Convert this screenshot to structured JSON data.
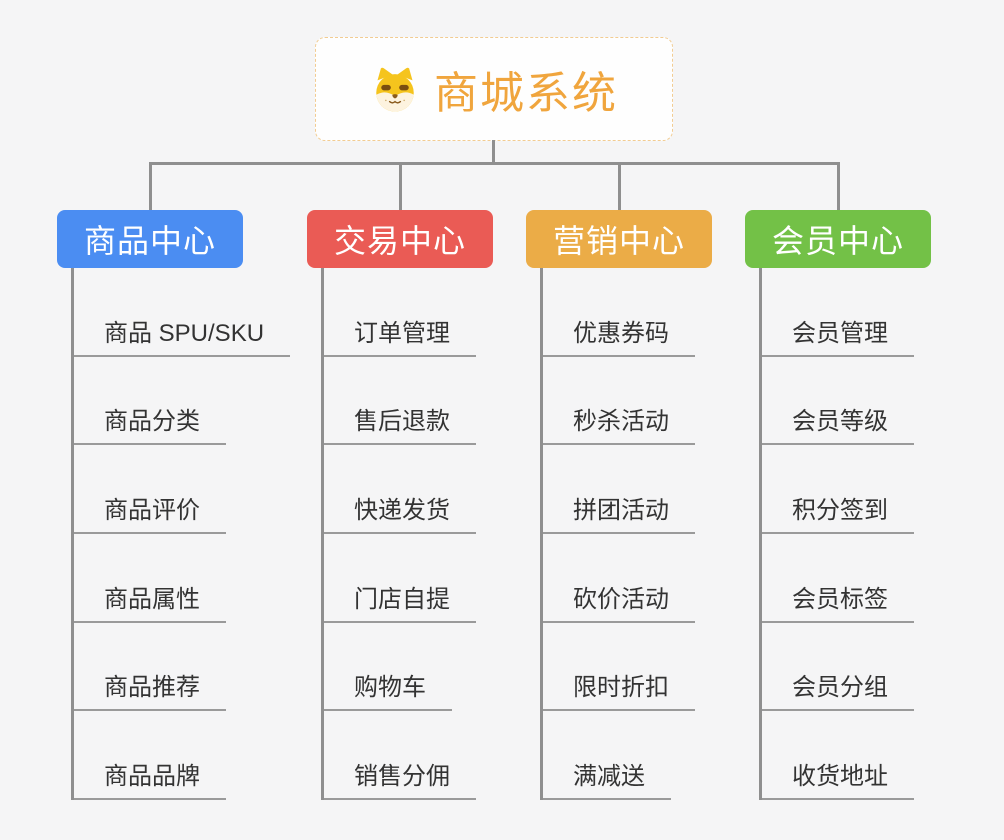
{
  "theme": {
    "bg": "#f5f5f6",
    "line": "#8f8f8f",
    "underline": "#9a9a9a",
    "text": "#333333",
    "root_text": "#f0a53d",
    "root_border": "#f2cc92",
    "root_bg": "#fefefe"
  },
  "root": {
    "title": "商城系统",
    "icon": "dog-face-icon"
  },
  "branches": [
    {
      "label": "商品中心",
      "color": "#4b8df2",
      "children": [
        {
          "label": "商品 SPU/SKU"
        },
        {
          "label": "商品分类"
        },
        {
          "label": "商品评价"
        },
        {
          "label": "商品属性"
        },
        {
          "label": "商品推荐"
        },
        {
          "label": "商品品牌"
        }
      ]
    },
    {
      "label": "交易中心",
      "color": "#ea5b55",
      "children": [
        {
          "label": "订单管理"
        },
        {
          "label": "售后退款"
        },
        {
          "label": "快递发货"
        },
        {
          "label": "门店自提"
        },
        {
          "label": "购物车"
        },
        {
          "label": "销售分佣"
        }
      ]
    },
    {
      "label": "营销中心",
      "color": "#ebac47",
      "children": [
        {
          "label": "优惠券码"
        },
        {
          "label": "秒杀活动"
        },
        {
          "label": "拼团活动"
        },
        {
          "label": "砍价活动"
        },
        {
          "label": "限时折扣"
        },
        {
          "label": "满减送"
        }
      ]
    },
    {
      "label": "会员中心",
      "color": "#73c147",
      "children": [
        {
          "label": "会员管理"
        },
        {
          "label": "会员等级"
        },
        {
          "label": "积分签到"
        },
        {
          "label": "会员标签"
        },
        {
          "label": "会员分组"
        },
        {
          "label": "收货地址"
        }
      ]
    }
  ]
}
